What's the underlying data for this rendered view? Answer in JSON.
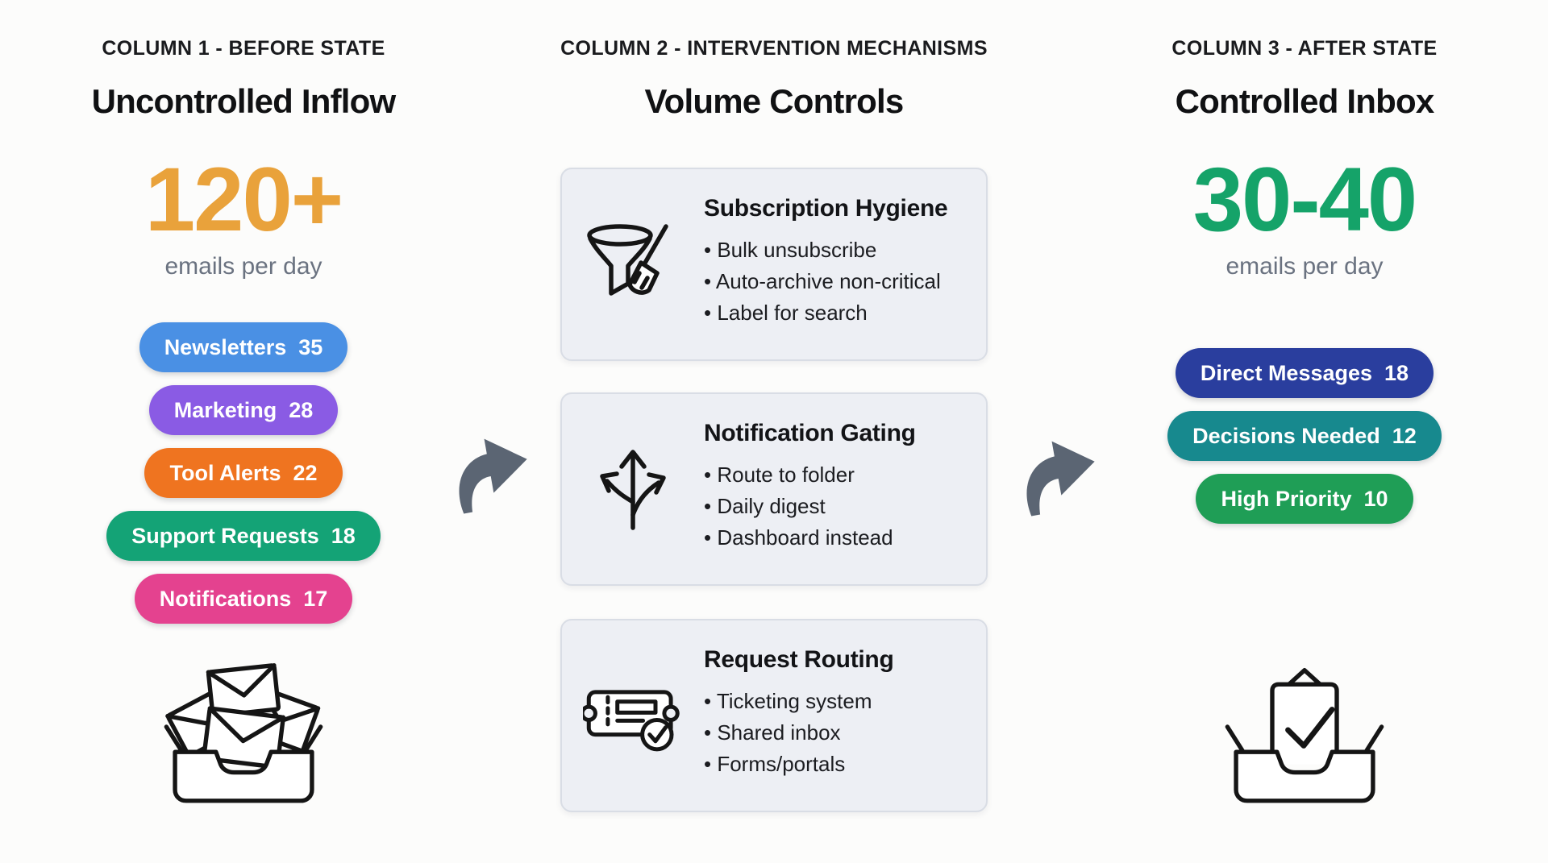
{
  "theme": {
    "page_background": "#fcfcfb",
    "card_background": "#edeff4",
    "card_border": "#d9dde5",
    "icon_stroke": "#151515",
    "muted_text": "#6a7280",
    "arrow_color": "#5b6573"
  },
  "columns": [
    {
      "kicker": "COLUMN 1 - BEFORE STATE",
      "title": "Uncontrolled Inflow",
      "metric": {
        "value": "120+",
        "label": "emails per day",
        "color": "#e9a23b"
      },
      "pills": [
        {
          "label": "Newsletters",
          "count": "35",
          "color": "#4a90e4"
        },
        {
          "label": "Marketing",
          "count": "28",
          "color": "#8a5be4"
        },
        {
          "label": "Tool Alerts",
          "count": "22",
          "color": "#ef7420"
        },
        {
          "label": "Support Requests",
          "count": "18",
          "color": "#14a376"
        },
        {
          "label": "Notifications",
          "count": "17",
          "color": "#e4428f"
        }
      ],
      "icon": "overflowing-inbox"
    },
    {
      "kicker": "COLUMN 2 - INTERVENTION MECHANISMS",
      "title": "Volume Controls",
      "cards": [
        {
          "icon": "funnel-broom",
          "title": "Subscription Hygiene",
          "bullets": [
            "Bulk unsubscribe",
            "Auto-archive non-critical",
            "Label for search"
          ]
        },
        {
          "icon": "branching-arrows",
          "title": "Notification Gating",
          "bullets": [
            "Route to folder",
            "Daily digest",
            "Dashboard instead"
          ]
        },
        {
          "icon": "ticket-check",
          "title": "Request Routing",
          "bullets": [
            "Ticketing system",
            "Shared inbox",
            "Forms/portals"
          ]
        }
      ]
    },
    {
      "kicker": "COLUMN 3 - AFTER STATE",
      "title": "Controlled Inbox",
      "metric": {
        "value": "30-40",
        "label": "emails per day",
        "color": "#15a369"
      },
      "pills": [
        {
          "label": "Direct Messages",
          "count": "18",
          "color": "#2a3e9e"
        },
        {
          "label": "Decisions Needed",
          "count": "12",
          "color": "#17898e"
        },
        {
          "label": "High Priority",
          "count": "10",
          "color": "#1f9e56"
        }
      ],
      "icon": "checked-inbox"
    }
  ],
  "arrows": {
    "color": "#5b6573"
  }
}
